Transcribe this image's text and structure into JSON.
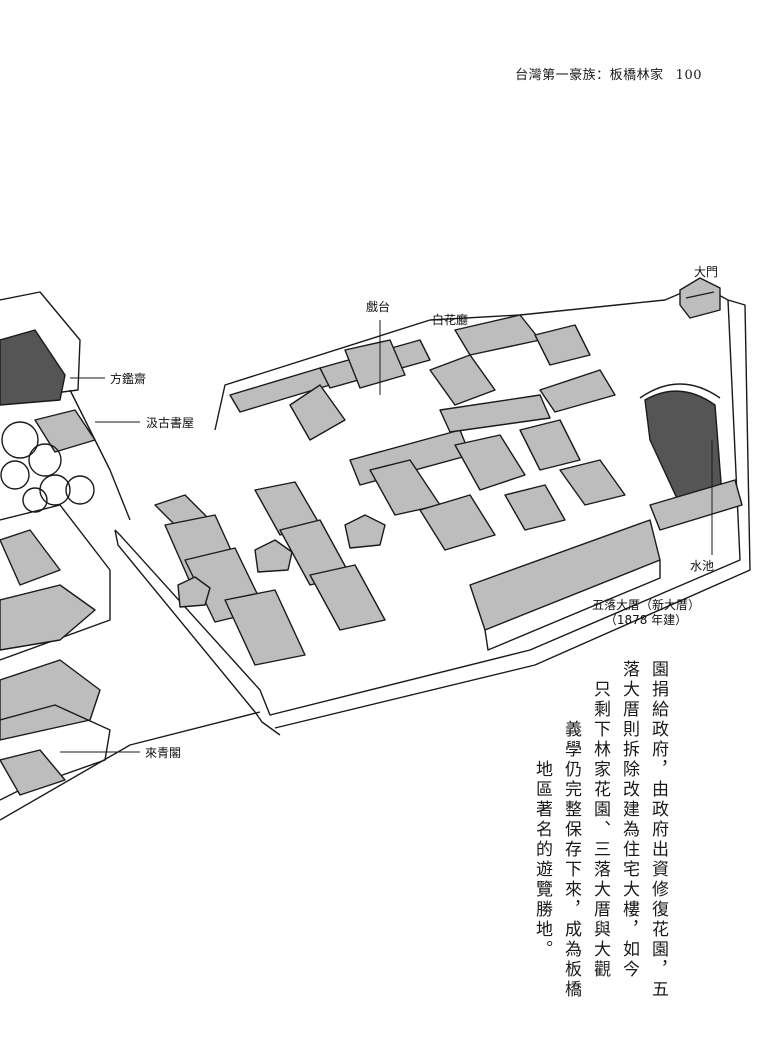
{
  "header": {
    "book_title": "台灣第一豪族：板橋林家",
    "page_number": "100"
  },
  "labels": {
    "gate": "大門",
    "stage": "戲台",
    "hall": "白花廳",
    "fang_jian": "方鑑齋",
    "jigu": "汲古書屋",
    "pond": "水池",
    "wuluo": "五落大厝（新大厝）",
    "wuluo_year": "（1878 年建）",
    "laiqing": "來青閣"
  },
  "body_text": {
    "col1": "園捐給政府，由政府出資修復花園，五",
    "col2": "落大厝則拆除改建為住宅大樓，如今",
    "col3": "只剩下林家花園、三落大厝與大觀",
    "col4": "義學仍完整保存下來，成為板橋",
    "col5": "地區著名的遊覽勝地。"
  },
  "colors": {
    "ink": "#1a1a1a",
    "roof_fill": "#bdbdbd",
    "dark_fill": "#555555",
    "paper": "#ffffff"
  }
}
